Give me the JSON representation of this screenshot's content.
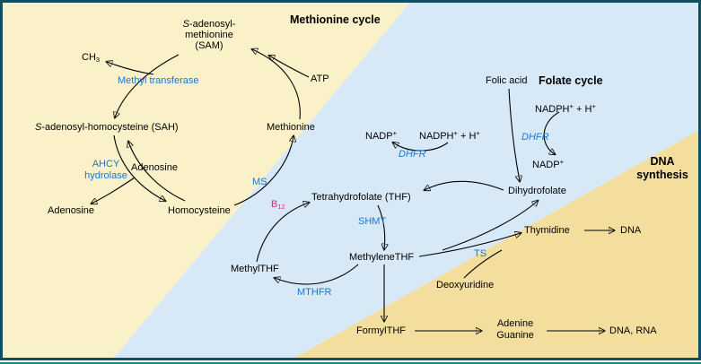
{
  "regions": {
    "methionine": {
      "title": "Methionine cycle",
      "bg": "#FAF1C8"
    },
    "folate": {
      "title": "Folate cycle",
      "bg": "#D7E9F7"
    },
    "dna": {
      "title_line1": "DNA",
      "title_line2": "synthesis",
      "bg": "#F4DE9E"
    }
  },
  "labels": {
    "sam_italic": "S",
    "sam_line1_rest": "-adenosyl-",
    "sam_line2": "methionine",
    "sam_line3": "(SAM)",
    "ch3_base": "CH",
    "ch3_sub": "3",
    "methyl_transferase": "Methyl transferase",
    "atp": "ATP",
    "methionine": "Methionine",
    "sah_italic": "S",
    "sah_rest": "-adenosyl-homocysteine (SAH)",
    "ahcy_line1": "AHCY",
    "ahcy_line2": "hydrolase",
    "adenosine": "Adenosine",
    "homocysteine": "Homocysteine",
    "ms": "MS",
    "b12_base": "B",
    "b12_sub": "12",
    "folic_acid": "Folic acid",
    "nadp_base": "NADP",
    "sup_plus": "+",
    "nadph_base": "NADPH",
    "nadph_tail": " + H",
    "dhfr": "DHFR",
    "tetrahydrofolate": "Tetrahydrofolate (THF)",
    "dihydrofolate": "Dihydrofolate",
    "shmt": "SHMT",
    "methylene_thf": "MethyleneTHF",
    "methyl_thf": "MethylTHF",
    "mthfr": "MTHFR",
    "thymidine": "Thymidine",
    "dna": "DNA",
    "ts": "TS",
    "deoxyuridine": "Deoxyuridine",
    "formyl_thf": "FormylTHF",
    "adenine": "Adenine",
    "guanine": "Guanine",
    "dna_rna": "DNA, RNA"
  },
  "colors": {
    "enzyme_blue": "#1B75D0",
    "b12_pink": "#E0218A",
    "frame_border": "#10505E",
    "bottom_rule": "#1C8C74"
  }
}
